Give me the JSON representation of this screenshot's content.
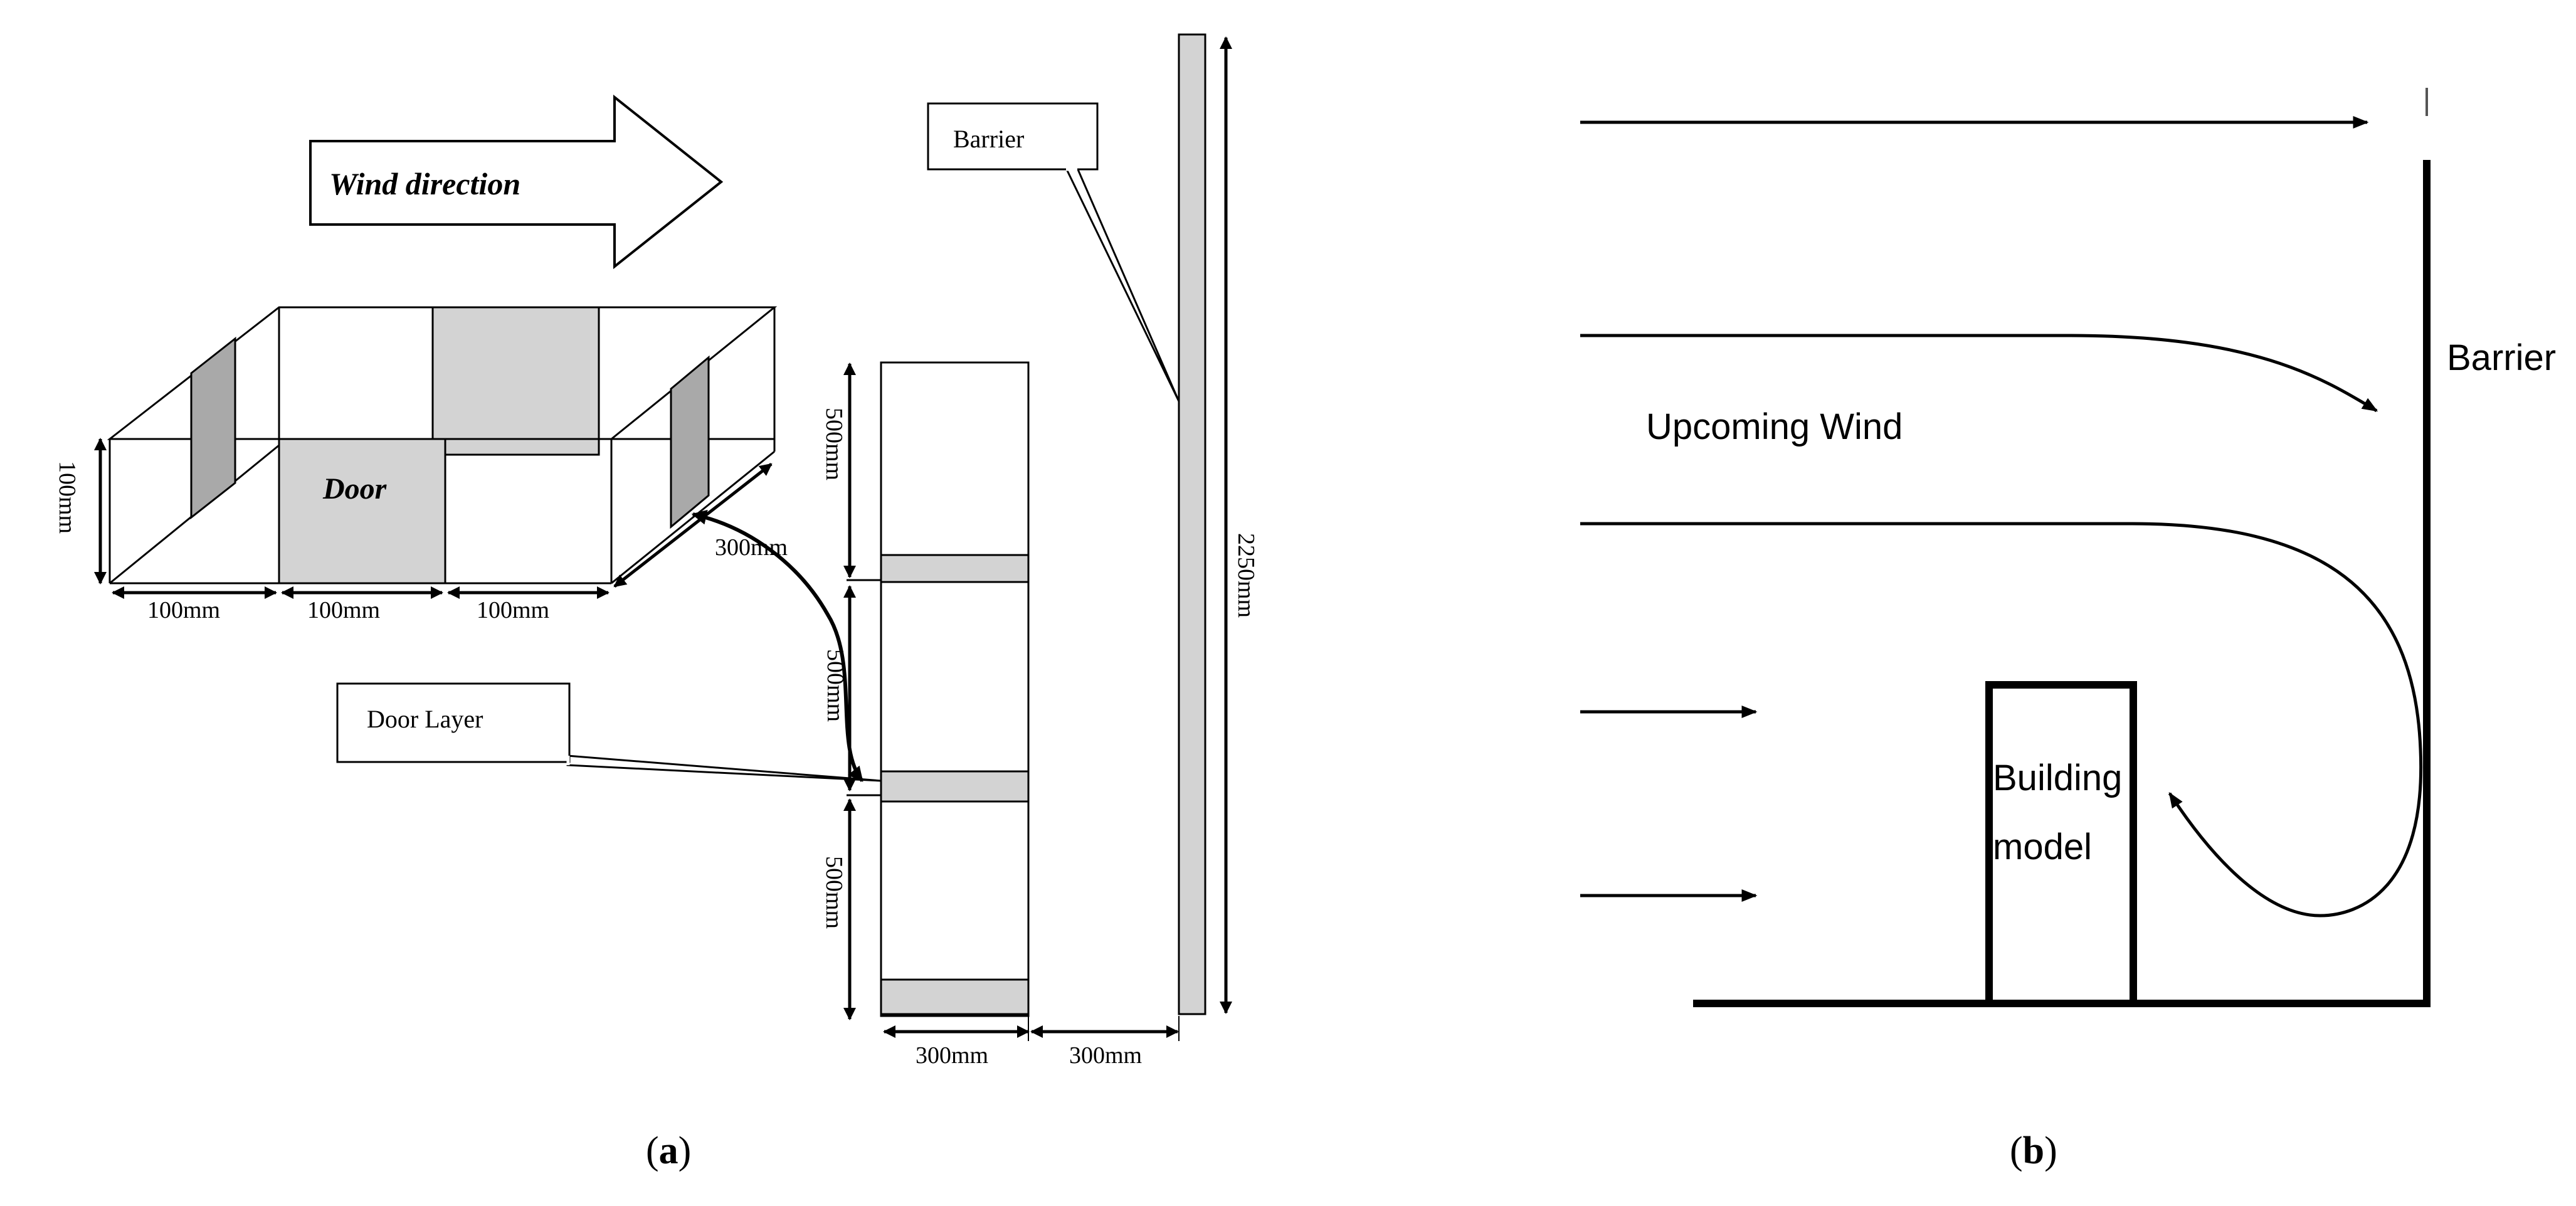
{
  "panel_a": {
    "caption": "a",
    "wind_direction_label": "Wind direction",
    "door_label": "Door",
    "barrier_label": "Barrier",
    "door_layer_label": "Door Layer",
    "dim_height_100": "100mm",
    "dim_width_1": "100mm",
    "dim_width_2": "100mm",
    "dim_width_3": "100mm",
    "dim_depth_300": "300mm",
    "dim_layer_top": "500mm",
    "dim_layer_mid": "500mm",
    "dim_layer_bottom": "500mm",
    "dim_bottom_width": "300mm",
    "dim_gap": "300mm",
    "dim_barrier_height": "2250mm"
  },
  "panel_b": {
    "caption": "b",
    "barrier_label": "Barrier",
    "upcoming_wind_label": "Upcoming Wind",
    "building_label_line1": "Building",
    "building_label_line2": "model"
  },
  "colors": {
    "line": "#000000",
    "fill_gray": "#d3d3d3",
    "fill_dark_gray": "#a9a9a9"
  }
}
